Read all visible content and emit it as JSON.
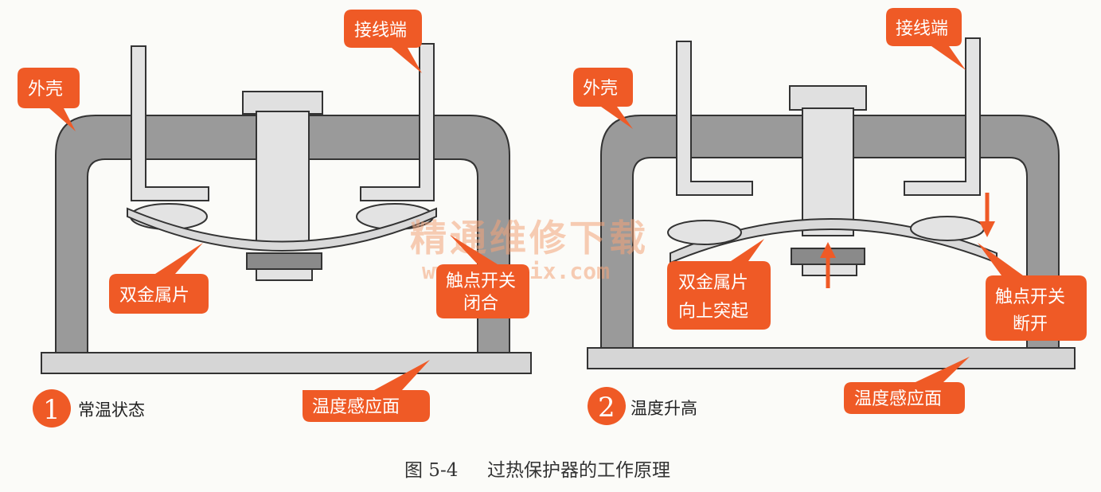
{
  "panels": [
    {
      "number": "1",
      "state_label": "常温状态",
      "labels": {
        "housing": "外壳",
        "terminal": "接线端",
        "bimetal": "双金属片",
        "contact_line1": "触点开关",
        "contact_line2": "闭合",
        "surface": "温度感应面"
      }
    },
    {
      "number": "2",
      "state_label": "温度升高",
      "labels": {
        "housing": "外壳",
        "terminal": "接线端",
        "bimetal_line1": "双金属片",
        "bimetal_line2": "向上突起",
        "contact_line1": "触点开关",
        "contact_line2": "断开",
        "surface": "温度感应面"
      }
    }
  ],
  "watermark": {
    "text": "精通维修下载",
    "url": "www.gzweix.com"
  },
  "caption": {
    "figure_no": "图 5-4",
    "title": "过热保护器的工作原理"
  },
  "colors": {
    "callout": "#ef5a26",
    "housing": "#9a9a9a",
    "metal": "#dcdcdc",
    "outline": "#333333",
    "arrow": "#ef5a26"
  }
}
